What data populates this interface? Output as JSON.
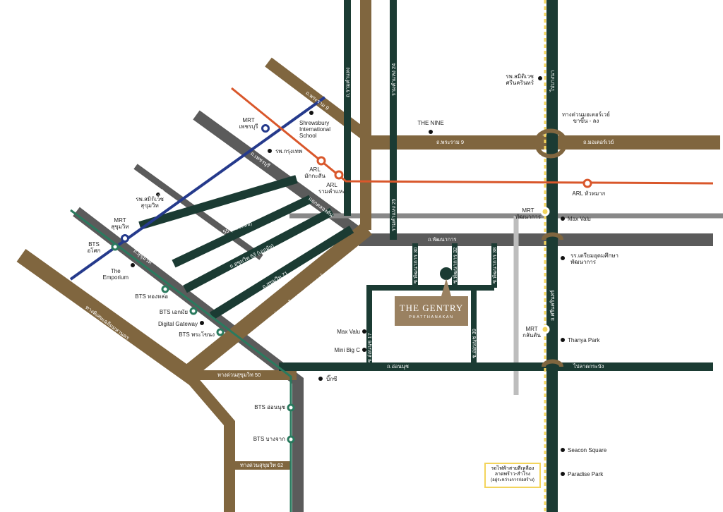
{
  "map": {
    "colors": {
      "primary_road": "#80663f",
      "secondary_road": "#1b3b33",
      "expressway_grey": "#5b5b5b",
      "mrt_blue": "#253a8c",
      "arl_orange": "#d9572b",
      "bts_green": "#2a7a5e",
      "yellow_line": "#f3d45c",
      "project_logo": "#9a8161"
    },
    "project": {
      "name": "THE GENTRY",
      "sub": "PHATTHANAKAN"
    },
    "stations": {
      "mrt_phetchaburi": "MRT\nเพชรบุรี",
      "mrt_sukhumvit": "MRT\nสุขุมวิท",
      "arl_makkasan": "ARL\nมักกะสัน",
      "arl_ramkhamhaeng": "ARL\nรามคำแหง",
      "arl_hua_mak": "ARL หัวหมาก",
      "mrt_pattanakarn": "MRT\nพัฒนาการ",
      "mrt_klantan": "MRT\nกลันตัน",
      "bts_asok": "BTS\nอโศก",
      "bts_thonglor": "BTS ทองหล่อ",
      "bts_ekkamai": "BTS เอกมัย",
      "bts_phra_khanong": "BTS พระโขนง",
      "bts_on_nut": "BTS อ่อนนุช",
      "bts_bang_chak": "BTS บางจาก"
    },
    "places": {
      "samitivej_srinakarin": "รพ.สมิติเวช\nศรีนครินทร์",
      "shrewsbury": "Shrewsbury\nInternational\nSchool",
      "bangkok_hospital": "รพ.กรุงเทพ",
      "the_nine": "THE NINE",
      "samitivej_sukhumvit": "รพ.สมิติเวช\nสุขุมวิท",
      "emporium": "The\nEmporium",
      "digital_gateway": "Digital Gateway",
      "max_valu_left": "Max Valu",
      "mini_big_c": "Mini Big C",
      "big_c": "บิ๊กซี",
      "max_valu_right": "Max Valu",
      "triam_udom": "รร.เตรียมอุดมศึกษา\nพัฒนาการ",
      "thanya_park": "Thanya Park",
      "seacon_square": "Seacon Square",
      "paradise_park": "Paradise Park",
      "motorway_ramp": "ทางด่วนมอเตอร์เวย์\nขาขึ้น - ลง"
    },
    "roads": {
      "rama9_diag": "ถ.พระราม 9",
      "rama9_h": "ถ.พระราม 9",
      "motorway": "ถ.มอเตอร์เวย์",
      "ramkhamhaeng": "ถ.รามคำแหง",
      "ramkhamhaeng24": "รามคำแหง 24",
      "ramkhamhaeng25": "รามคำแหง 25",
      "to_bangna": "ไปบางนา",
      "srinakarin": "ถ.ศรีนครินทร์",
      "petchaburi": "ถ.เพชรบุรี",
      "asok_montri": "ถ.อโศกมนตรี",
      "sukhumvit": "ถ.สุขุมวิท",
      "soi55": "ถ.สุขุมวิท 55 (ทองหล่อ)",
      "soi63": "ถ.สุขุมวิท 63 (เอกมัย)",
      "soi71": "ถ.สุขุมวิท 71",
      "paeng_kwa": "แยกคลองตัน",
      "chalerm_mahanakhon": "ทางพิเศษเฉลิมมหานคร",
      "ramindra_expressway": "ทางด่วนรามอินทรา - อาจณรงค์",
      "pattanakarn": "ถ.พัฒนาการ",
      "sukhumvit50_exp": "ทางด่วนสุขุมวิท 50",
      "sukhumvit62_exp": "ทางด่วนสุขุมวิท 62",
      "on_nut": "ถ.อ่อนนุช",
      "on_nut17": "ซ.อ่อนนุช 17",
      "on_nut39": "ซ.อ่อนนุช 39",
      "pattanakarn30": "ซ.พัฒนาการ 30",
      "pattanakarn32": "ซ.พัฒนาการ 32",
      "pattanakarn38": "ซ.พัฒนาการ 38",
      "to_lat_krabang": "ไปลาดกระบัง"
    },
    "yellow_box": {
      "line1": "รถไฟฟ้าสายสีเหลือง",
      "line2": "ลาดพร้าว-สำโรง",
      "line3": "(อยู่ระหว่างการก่อสร้าง)"
    }
  }
}
